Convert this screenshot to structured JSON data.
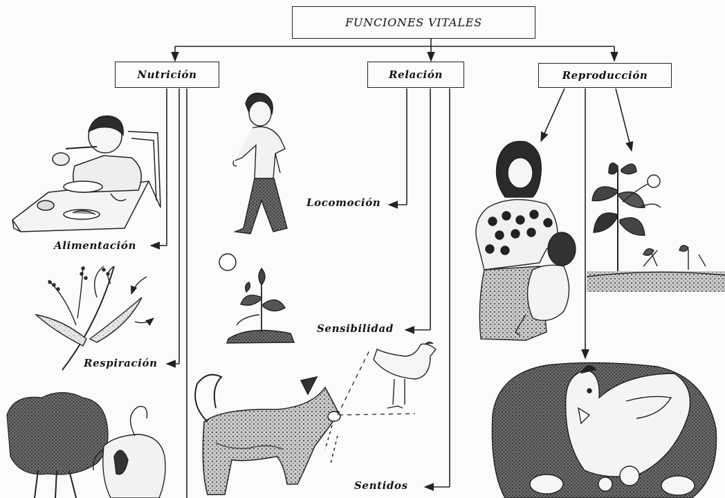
{
  "diagram": {
    "root": {
      "title": "FUNCIONES VITALES"
    },
    "categories": [
      {
        "id": "nutricion",
        "label": "Nutrición",
        "functions": [
          "Alimentación",
          "Respiración"
        ]
      },
      {
        "id": "relacion",
        "label": "Relación",
        "functions": [
          "Locomoción",
          "Sensibilidad",
          "Sentidos"
        ]
      },
      {
        "id": "reproduccion",
        "label": "Reproducción",
        "functions": []
      }
    ],
    "illustrations": [
      "child-eating-icon",
      "plant-breathing-icon",
      "shrub-icon",
      "small-dog-icon",
      "walking-boy-icon",
      "sun-icon",
      "sprouting-plant-icon",
      "dog-smelling-icon",
      "chicken-icon",
      "mother-child-icon",
      "flowering-plant-icon",
      "hen-chicks-icon"
    ]
  }
}
